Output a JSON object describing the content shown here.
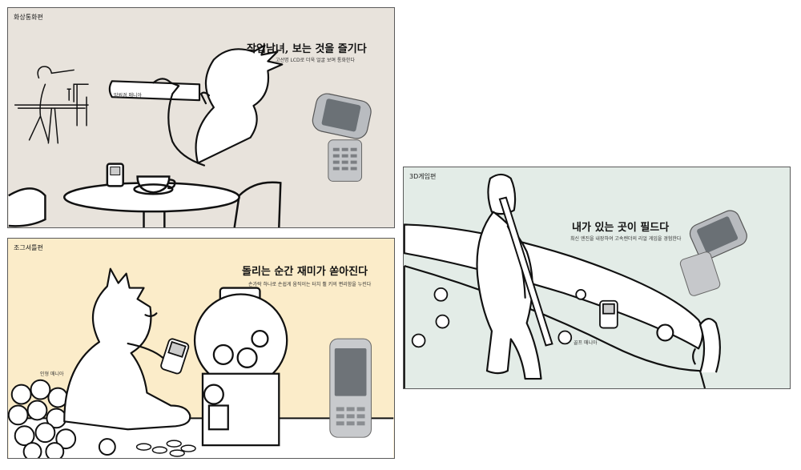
{
  "panels": [
    {
      "tag": "화상통화편",
      "headline": "작업남녀, 보는 것을 즐기다",
      "subcopy": "고선명 LCD로 더욱 얼굴 보며 통화한다",
      "note": "망원경 매니아",
      "background": "#e8e3dc"
    },
    {
      "tag": "조그셔틀편",
      "headline": "돌리는 순간 재미가 쏟아진다",
      "subcopy": "손가락 하나로 손쉽게 움직이는 터치 휠 키의 편리함을 누린다",
      "note": "인형 매니아",
      "background": "#fbecc9"
    },
    {
      "tag": "3D게임편",
      "headline": "내가 있는 곳이 필드다",
      "subcopy": "최신 엔진을 내장하여 고속렌더의 리얼 게임을 경험한다",
      "note": "골프 매니아",
      "background": "#e3ece7"
    }
  ]
}
